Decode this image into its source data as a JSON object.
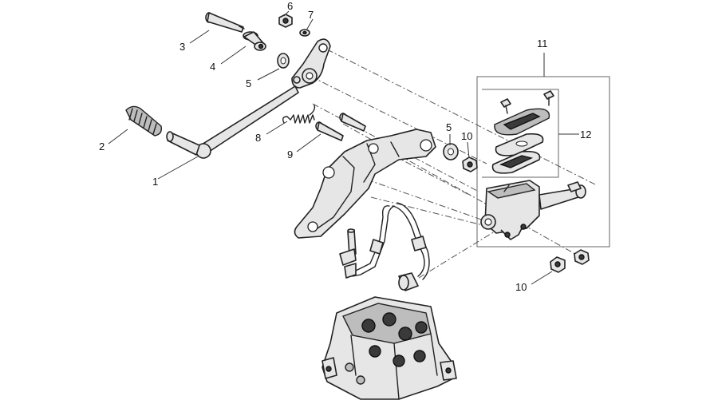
{
  "callouts": {
    "c1": "1",
    "c2": "2",
    "c3": "3",
    "c4": "4",
    "c5a": "5",
    "c5b": "5",
    "c6": "6",
    "c7": "7",
    "c8": "8",
    "c9": "9",
    "c10a": "10",
    "c10b": "10",
    "c11": "11",
    "c12": "12"
  }
}
